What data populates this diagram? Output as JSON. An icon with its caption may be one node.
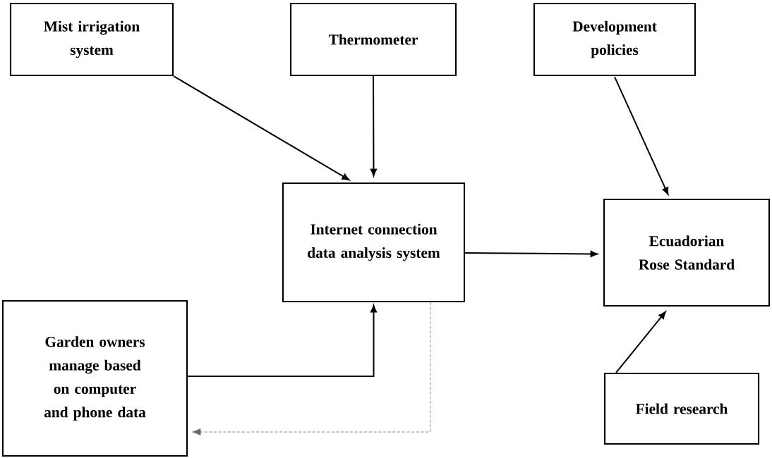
{
  "diagram": {
    "nodes": [
      {
        "text": [
          "Mist irrigation system"
        ]
      },
      {
        "text": [
          "Thermometer"
        ]
      },
      {
        "text": [
          "Development policies"
        ]
      },
      {
        "text": [
          "Internet connection data analysis system"
        ]
      },
      {
        "text": [
          "Ecuadorian Rose Standard"
        ]
      },
      {
        "text": [
          "Garden owners manage based on computer and phone data"
        ]
      },
      {
        "text": [
          "Field research"
        ]
      }
    ],
    "edges": [
      {
        "from": 0,
        "to": 3,
        "arrow": "to"
      },
      {
        "from": 1,
        "to": 3,
        "arrow": "to"
      },
      {
        "from": 2,
        "to": 4,
        "arrow": "to"
      },
      {
        "from": 3,
        "to": 4,
        "arrow": "to"
      },
      {
        "from": 5,
        "to": 3,
        "arrow": "to"
      },
      {
        "from": 3,
        "to": 5,
        "arrow": "to",
        "style": "dashed",
        "color": "#666666"
      },
      {
        "from": 6,
        "to": 4,
        "arrow": "to"
      }
    ]
  }
}
